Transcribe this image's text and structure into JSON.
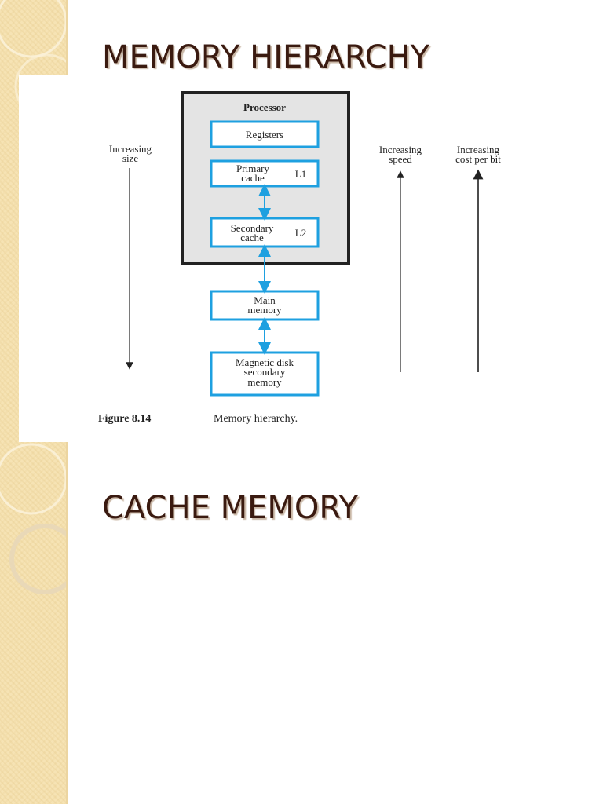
{
  "slide": {
    "title": "MEMORY HIERARCHY",
    "subtitle": "CACHE MEMORY"
  },
  "figure": {
    "processor_label": "Processor",
    "registers_label": "Registers",
    "primary_cache_line1": "Primary",
    "primary_cache_line2": "cache",
    "primary_cache_level": "L1",
    "secondary_cache_line1": "Secondary",
    "secondary_cache_line2": "cache",
    "secondary_cache_level": "L2",
    "main_memory_line1": "Main",
    "main_memory_line2": "memory",
    "disk_line1": "Magnetic disk",
    "disk_line2": "secondary",
    "disk_line3": "memory",
    "size_line1": "Increasing",
    "size_line2": "size",
    "speed_line1": "Increasing",
    "speed_line2": "speed",
    "cost_line1": "Increasing",
    "cost_line2": "cost per bit",
    "caption_label": "Figure 8.14",
    "caption_text": "Memory hierarchy."
  },
  "colors": {
    "box_border": "#1ea0e0",
    "connector": "#1ea0e0",
    "processor_fill": "#e4e4e4",
    "title_text": "#3a1a10",
    "sidebar": "#f6e3b4"
  }
}
